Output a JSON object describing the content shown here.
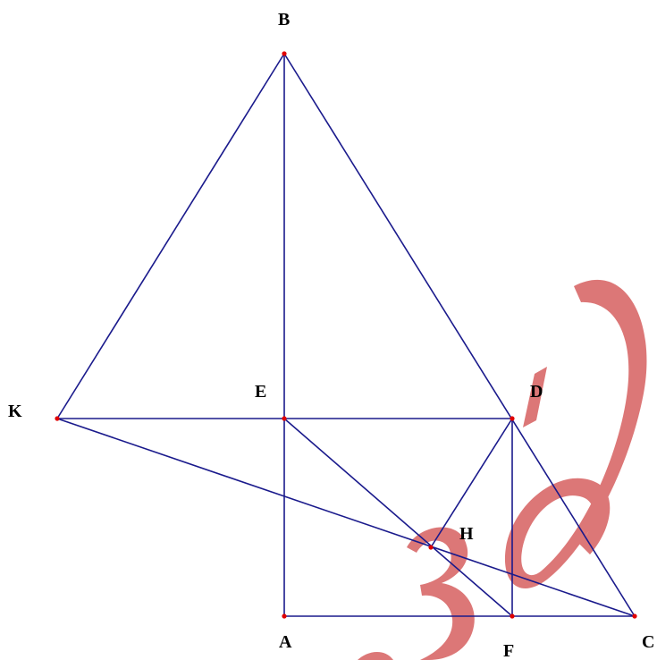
{
  "diagram": {
    "points": {
      "A": {
        "label": "A"
      },
      "B": {
        "label": "B"
      },
      "C": {
        "label": "C"
      },
      "D": {
        "label": "D"
      },
      "E": {
        "label": "E"
      },
      "F": {
        "label": "F"
      },
      "H": {
        "label": "H"
      },
      "K": {
        "label": "K"
      }
    },
    "segments": [
      [
        "A",
        "B"
      ],
      [
        "B",
        "C"
      ],
      [
        "A",
        "C"
      ],
      [
        "K",
        "B"
      ],
      [
        "K",
        "D"
      ],
      [
        "K",
        "C"
      ],
      [
        "E",
        "F"
      ],
      [
        "D",
        "H"
      ],
      [
        "D",
        "F"
      ]
    ],
    "colors": {
      "line": "#1a1a8c",
      "point": "#e00000",
      "label": "#000000",
      "watermark": "#d96b6b"
    }
  }
}
